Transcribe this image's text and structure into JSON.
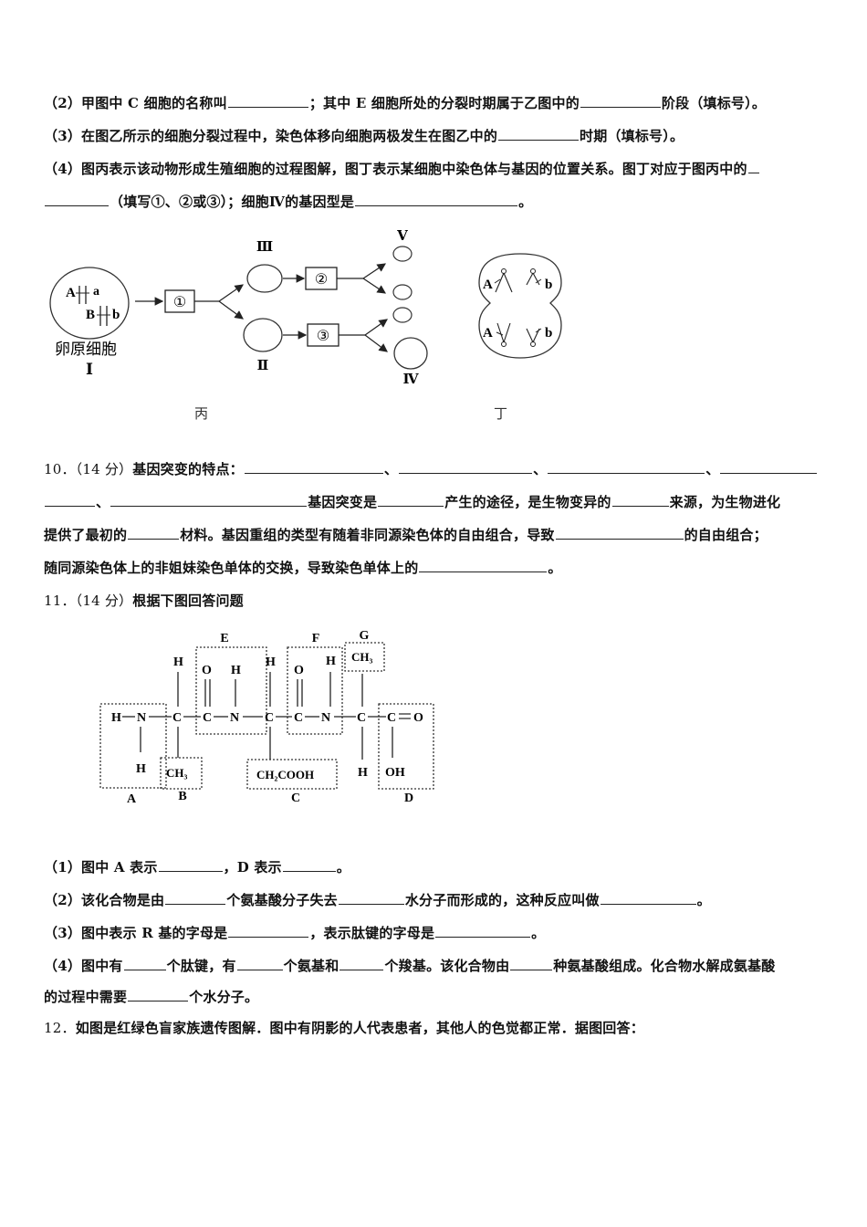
{
  "q9_parts": {
    "p2": {
      "prefix": "（2）甲图中 C 细胞的名称叫",
      "mid": "；其中 E 细胞所处的分裂时期属于乙图中的",
      "suffix": "阶段（填标号）。"
    },
    "p3": {
      "prefix": "（3）在图乙所示的细胞分裂过程中，染色体移向细胞两极发生在图乙中的",
      "suffix": "时期（填标号）。"
    },
    "p4": {
      "line1": "（4）图丙表示该动物形成生殖细胞的过程图解，图丁表示某细胞中染色体与基因的位置关系。图丁对应于图丙中的",
      "line2_mid": "（填写①、②或③）；细胞Ⅳ的基因型是",
      "line2_suffix": "。"
    }
  },
  "figure_bing": {
    "caption": "丙",
    "cell_I_label": "卵原细胞",
    "cell_I_numeral": "Ⅰ",
    "genes_top": [
      "A",
      "a"
    ],
    "genes_bottom": [
      "B",
      "b"
    ],
    "step1": "①",
    "step2": "②",
    "step3": "③",
    "cell_II": "Ⅱ",
    "cell_III": "Ⅲ",
    "cell_IV": "Ⅳ",
    "cell_V": "Ⅴ"
  },
  "figure_ding": {
    "caption": "丁",
    "genes": [
      "A",
      "b",
      "A",
      "b"
    ]
  },
  "q10": {
    "number": "10．（14 分）",
    "line1_text": "基因突变的特点：",
    "line2_mid": "基因突变是",
    "line2_a": "产生的途径，是生物变异的",
    "line2_b": "来源，为生物进化",
    "line3_a": "提供了最初的",
    "line3_b": "材料。基因重组的类型有随着非同源染色体的自由组合，导致",
    "line3_c": "的自由组合；",
    "line4_a": "随同源染色体上的非姐妹染色单体的交换，导致染色单体上的",
    "line4_b": "。"
  },
  "q11": {
    "number": "11．（14 分）",
    "title": "根据下图回答问题",
    "p1_a": "（1）图中 A 表示",
    "p1_b": "，D 表示",
    "p1_c": "。",
    "p2_a": "（2）该化合物是由",
    "p2_b": "个氨基酸分子失去",
    "p2_c": "水分子而形成的，这种反应叫做",
    "p2_d": "。",
    "p3_a": "（3）图中表示 R 基的字母是",
    "p3_b": "，表示肽键的字母是",
    "p3_c": "。",
    "p4_a": "（4）图中有",
    "p4_b": "个肽键，有",
    "p4_c": "个氨基和",
    "p4_d": "个羧基。该化合物由",
    "p4_e": "种氨基酸组成。化合物水解成氨基酸",
    "p4_line2_a": "的过程中需要",
    "p4_line2_b": "个水分子。"
  },
  "peptide": {
    "labels": [
      "A",
      "B",
      "C",
      "D",
      "E",
      "F",
      "G"
    ],
    "groups": {
      "A": "H—N",
      "B": "CH₃",
      "C": "CH₂COOH",
      "D": "C=O / OH",
      "G": "CH₃"
    },
    "atoms": [
      "H",
      "N",
      "C",
      "O",
      "OH"
    ]
  },
  "q12": {
    "number": "12．",
    "text": "如图是红绿色盲家族遗传图解．图中有阴影的人代表患者，其他人的色觉都正常．据图回答："
  }
}
